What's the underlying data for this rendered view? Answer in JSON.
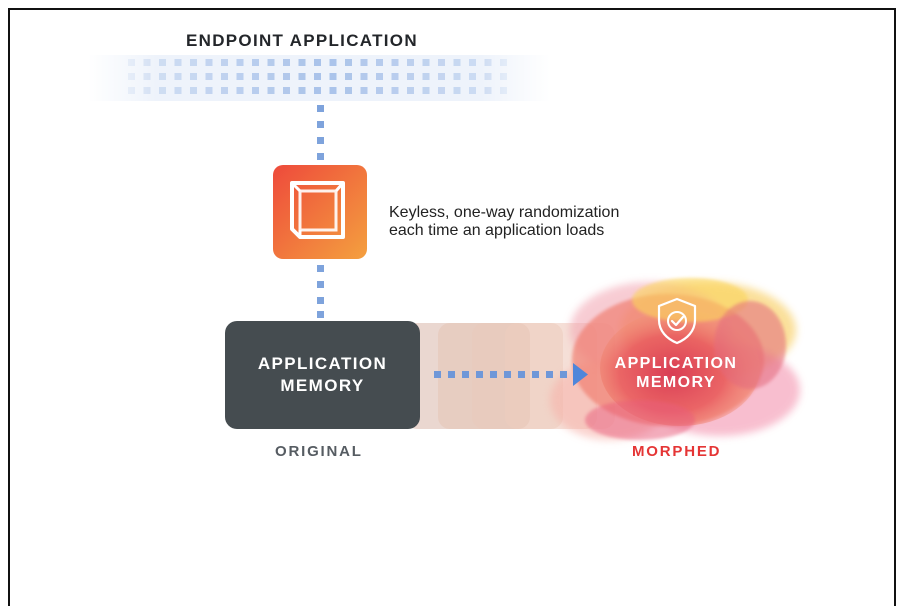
{
  "diagram": {
    "title": "ENDPOINT APPLICATION",
    "caption_line1": "Keyless, one-way randomization",
    "caption_line2": "each time an application loads",
    "original_box_line1": "APPLICATION",
    "original_box_line2": "MEMORY",
    "morphed_box_line1": "APPLICATION",
    "morphed_box_line2": "MEMORY",
    "label_original": "ORIGINAL",
    "label_morphed": "MORPHED",
    "colors": {
      "dot_blue": "#7ea3dc",
      "dark_box": "#454c50",
      "morphed_label": "#e53535",
      "randomizer_gradient_start": "#ef4d3b",
      "randomizer_gradient_end": "#f39a3e"
    },
    "icons": [
      "randomizer-cube-icon",
      "shield-check-icon",
      "arrow-right-icon"
    ]
  }
}
